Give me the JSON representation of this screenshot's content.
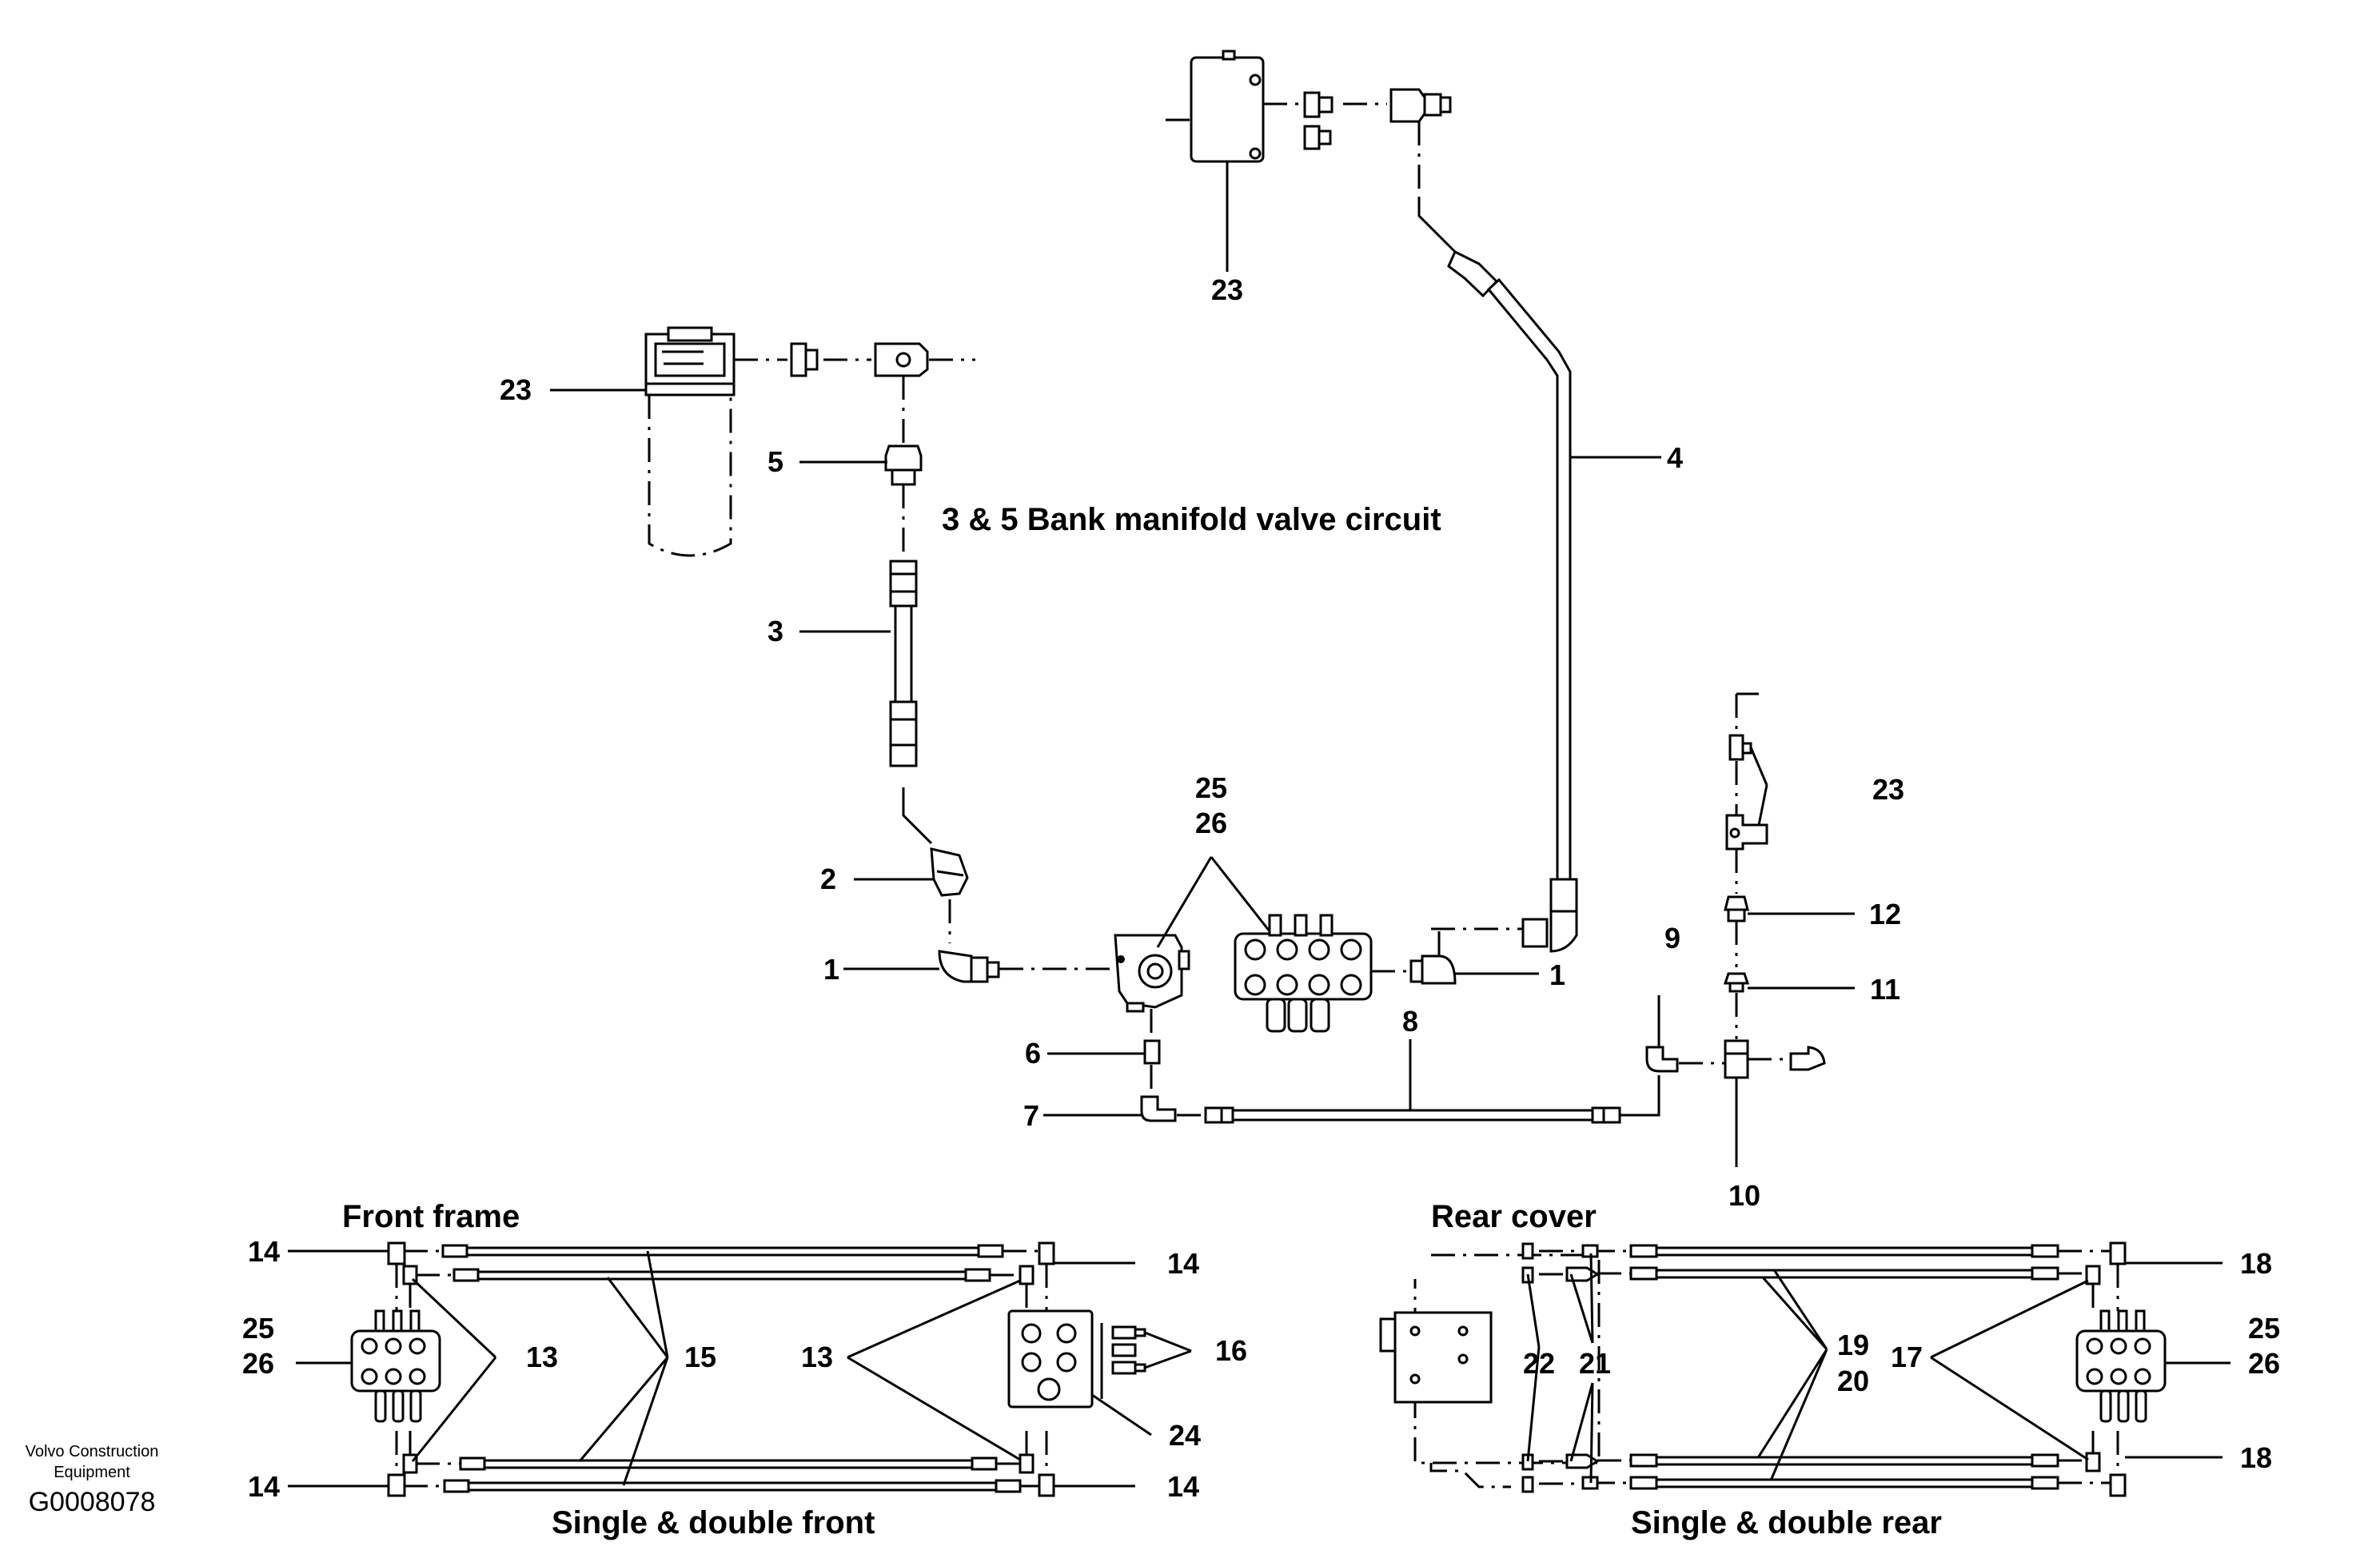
{
  "titles": {
    "main_circuit": "3 & 5 Bank manifold valve circuit",
    "front_frame": "Front frame",
    "rear_cover": "Rear cover",
    "single_double_front": "Single & double front",
    "single_double_rear": "Single & double rear"
  },
  "watermark": {
    "line1": "Volvo Construction",
    "line2": "Equipment",
    "code": "G0008078"
  },
  "callouts": {
    "c23_top": "23",
    "c23_filter": "23",
    "c5": "5",
    "c4": "4",
    "c3": "3",
    "c25_top": "25",
    "c26_top": "26",
    "c23_right": "23",
    "c2": "2",
    "c1_left": "1",
    "c1_right": "1",
    "c12": "12",
    "c9": "9",
    "c11": "11",
    "c6": "6",
    "c8": "8",
    "c7": "7",
    "c10": "10",
    "c14_tl": "14",
    "c14_tr": "14",
    "c25_front": "25",
    "c26_front": "26",
    "c13_left": "13",
    "c15": "15",
    "c13_right": "13",
    "c16": "16",
    "c24": "24",
    "c14_bl": "14",
    "c14_br": "14",
    "c18_top": "18",
    "c25_rear": "25",
    "c26_rear": "26",
    "c22": "22",
    "c21": "21",
    "c19": "19",
    "c20": "20",
    "c17": "17",
    "c18_bot": "18"
  }
}
